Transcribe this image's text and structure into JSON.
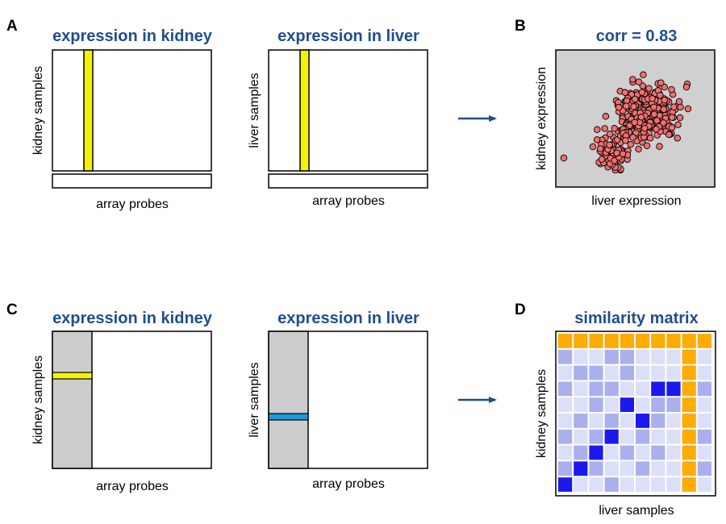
{
  "colors": {
    "title": "#1f4e8c",
    "arrow": "#1f4e8c",
    "highlight_yellow": "#f3f300",
    "highlight_blue": "#1a9ad6",
    "column_gray": "#cccccc",
    "scatter_bg": "#d0d0d0",
    "scatter_point": "#f07070",
    "matrix_orange": "#ffab00",
    "matrix_dark": "#1a1aee",
    "matrix_mid": "#aab0ee",
    "matrix_light": "#dcdff8"
  },
  "panel_a": {
    "letter": "A",
    "kidney": {
      "title": "expression in kidney",
      "ylabel": "kidney samples",
      "xlabel": "array probes"
    },
    "liver": {
      "title": "expression in liver",
      "ylabel": "liver samples",
      "xlabel": "array probes"
    }
  },
  "panel_b": {
    "letter": "B",
    "title": "corr = 0.83",
    "xlabel": "liver expression",
    "ylabel": "kidney expression"
  },
  "panel_c": {
    "letter": "C",
    "kidney": {
      "title": "expression in kidney",
      "ylabel": "kidney samples",
      "xlabel": "array probes"
    },
    "liver": {
      "title": "expression in liver",
      "ylabel": "liver samples",
      "xlabel": "array probes"
    }
  },
  "panel_d": {
    "letter": "D",
    "title": "similarity matrix",
    "xlabel": "liver samples",
    "ylabel": "kidney samples",
    "matrix": [
      [
        "o",
        "o",
        "o",
        "o",
        "o",
        "o",
        "o",
        "o",
        "o",
        "o"
      ],
      [
        "m",
        "l",
        "l",
        "m",
        "m",
        "l",
        "l",
        "l",
        "o",
        "l"
      ],
      [
        "l",
        "m",
        "m",
        "l",
        "m",
        "l",
        "l",
        "l",
        "o",
        "l"
      ],
      [
        "m",
        "l",
        "m",
        "m",
        "l",
        "l",
        "d",
        "d",
        "o",
        "m"
      ],
      [
        "l",
        "l",
        "m",
        "l",
        "d",
        "l",
        "m",
        "m",
        "o",
        "l"
      ],
      [
        "l",
        "m",
        "l",
        "m",
        "l",
        "d",
        "m",
        "l",
        "o",
        "l"
      ],
      [
        "m",
        "l",
        "m",
        "d",
        "l",
        "m",
        "l",
        "l",
        "o",
        "m"
      ],
      [
        "l",
        "m",
        "d",
        "l",
        "m",
        "l",
        "m",
        "l",
        "o",
        "l"
      ],
      [
        "m",
        "d",
        "m",
        "l",
        "l",
        "m",
        "l",
        "l",
        "o",
        "m"
      ],
      [
        "d",
        "l",
        "l",
        "m",
        "l",
        "l",
        "l",
        "l",
        "o",
        "l"
      ]
    ]
  }
}
